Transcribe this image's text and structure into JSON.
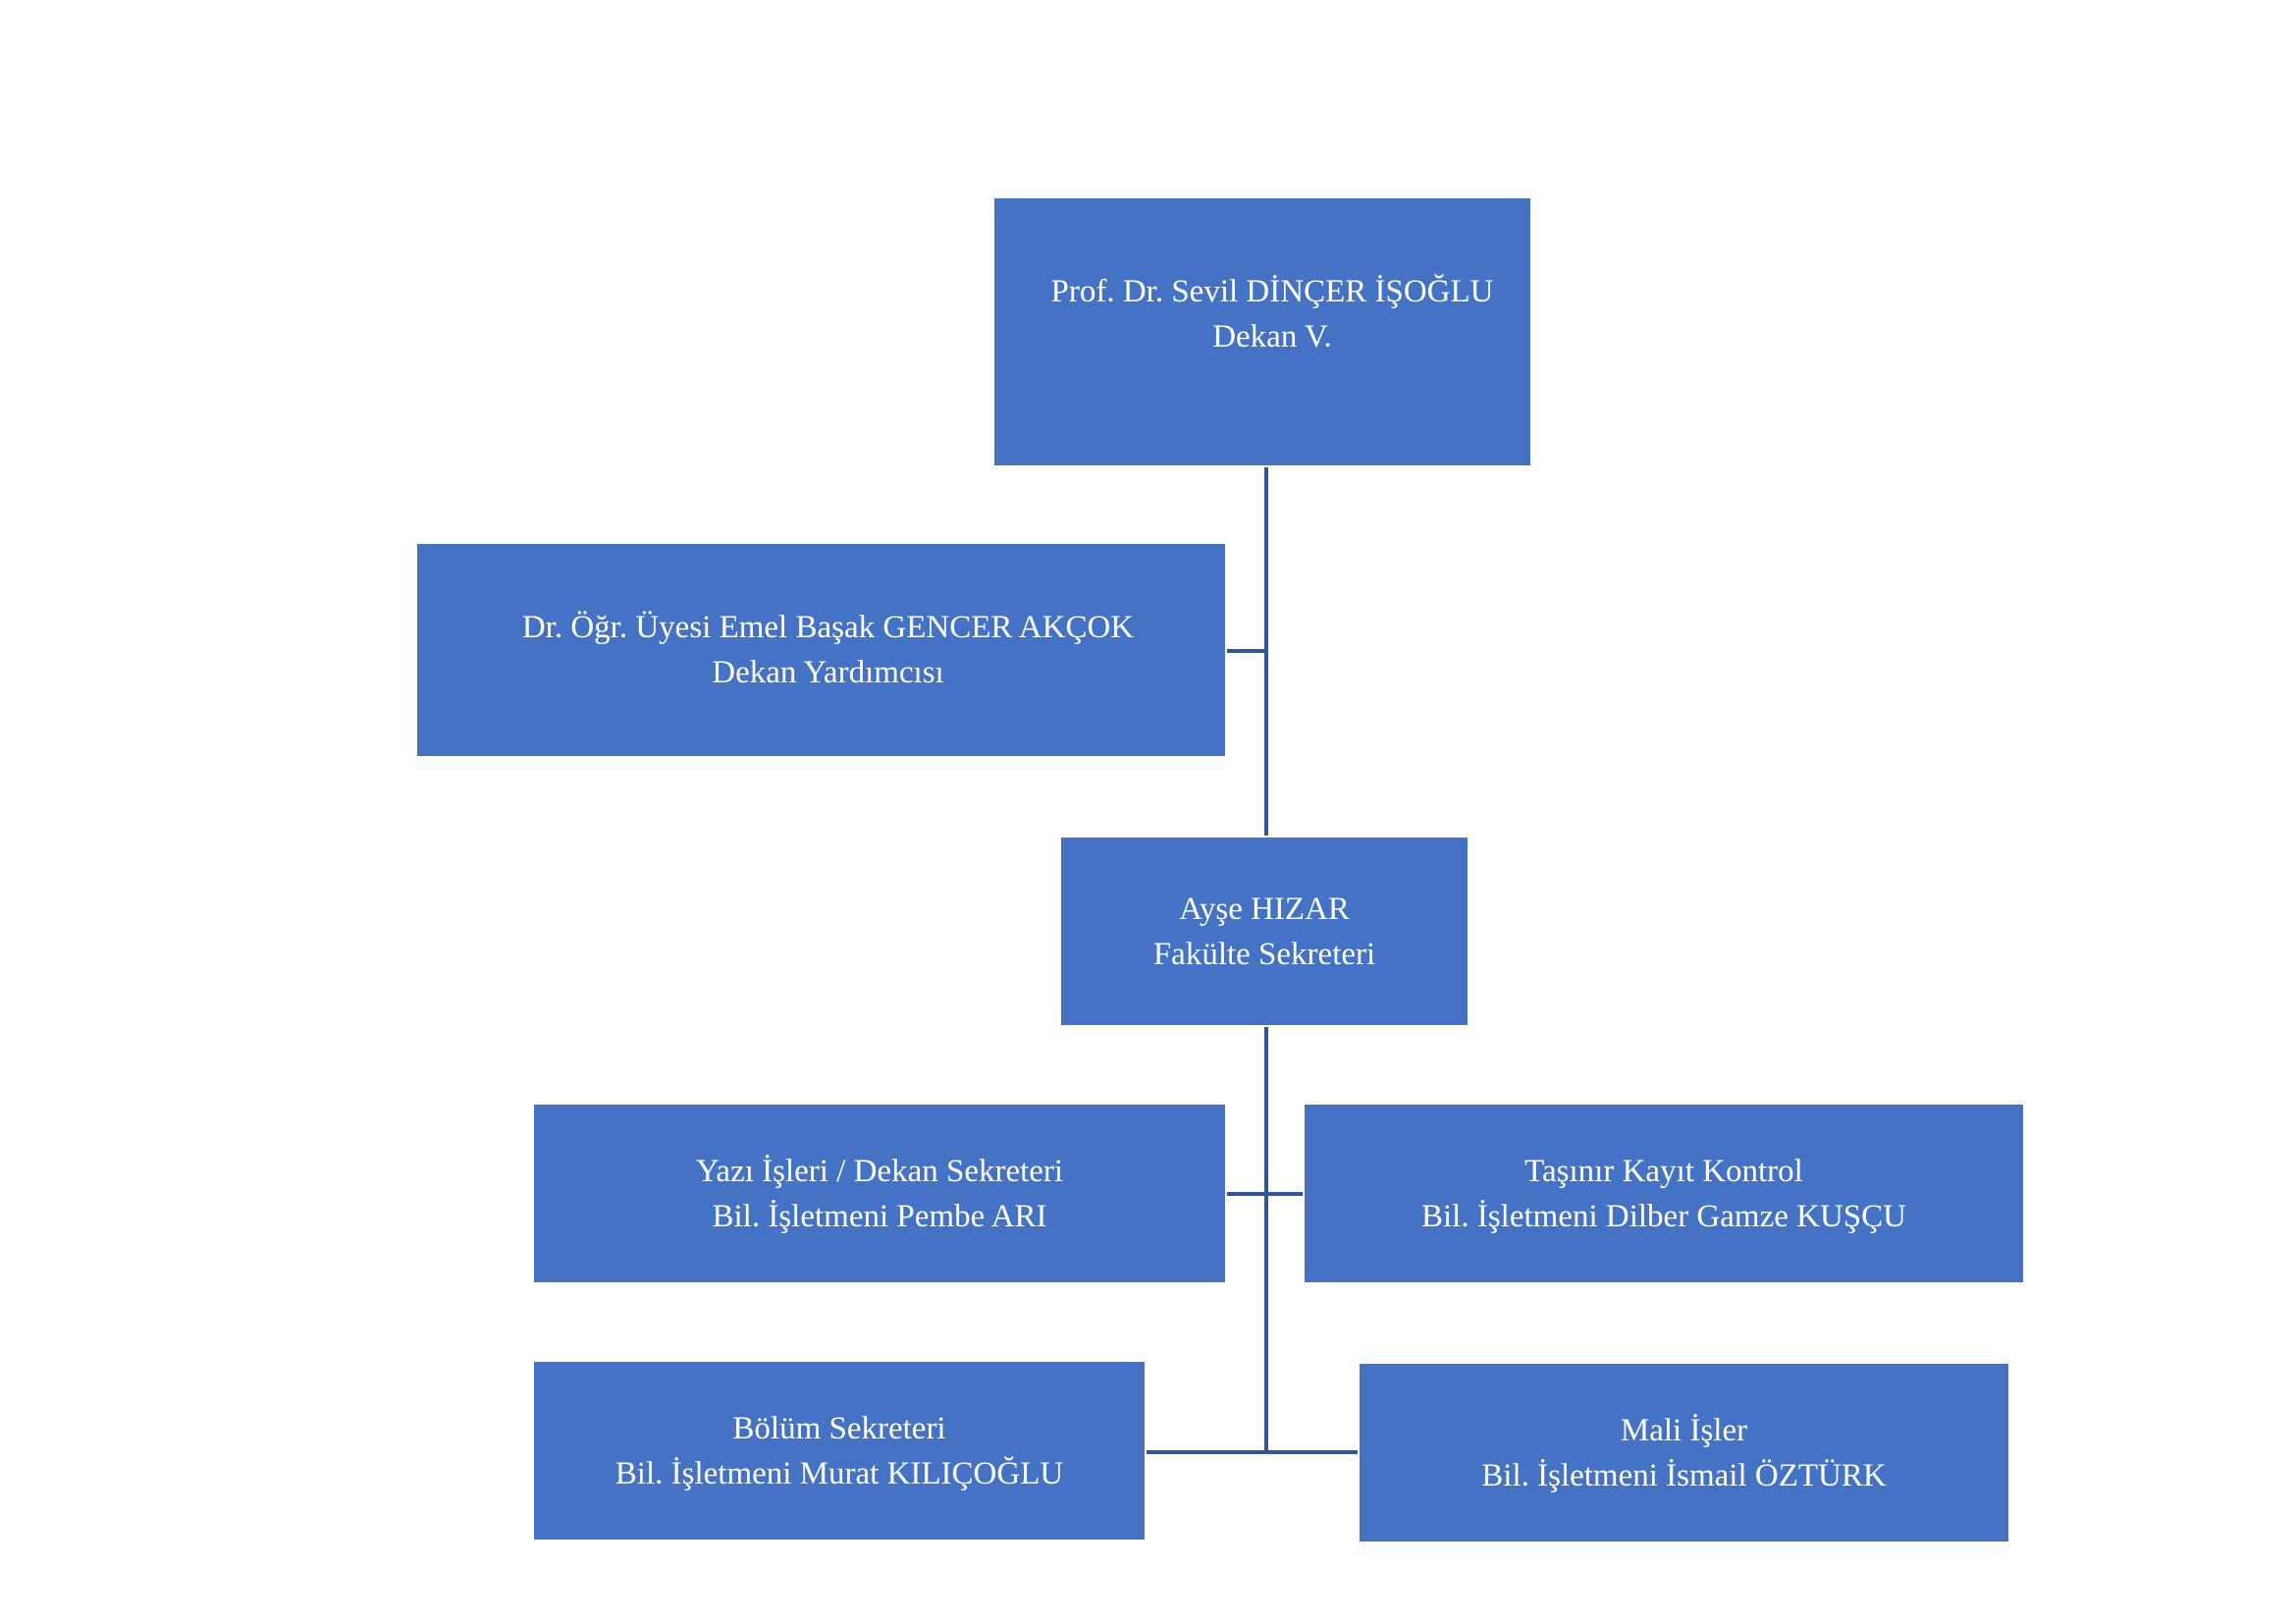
{
  "colors": {
    "box_fill": "#4472c4",
    "connector": "#2f5597",
    "text": "#ffffff",
    "background": "#ffffff"
  },
  "nodes": {
    "dean": {
      "name": "Prof. Dr. Sevil DİNÇER İŞOĞLU",
      "title": "Dekan V."
    },
    "vice_dean": {
      "name": "Dr. Öğr. Üyesi Emel Başak GENCER AKÇOK",
      "title": "Dekan Yardımcısı"
    },
    "faculty_secretary": {
      "name": "Ayşe HIZAR",
      "title": "Fakülte Sekreteri"
    },
    "writing_affairs": {
      "unit": "Yazı İşleri / Dekan Sekreteri",
      "person": "Bil. İşletmeni Pembe ARI"
    },
    "inventory_control": {
      "unit": "Taşınır Kayıt Kontrol",
      "person": "Bil. İşletmeni Dilber Gamze KUŞÇU"
    },
    "department_secretary": {
      "unit": "Bölüm Sekreteri",
      "person": "Bil. İşletmeni Murat KILIÇOĞLU"
    },
    "financial_affairs": {
      "unit": "Mali İşler",
      "person": "Bil. İşletmeni İsmail ÖZTÜRK"
    }
  }
}
